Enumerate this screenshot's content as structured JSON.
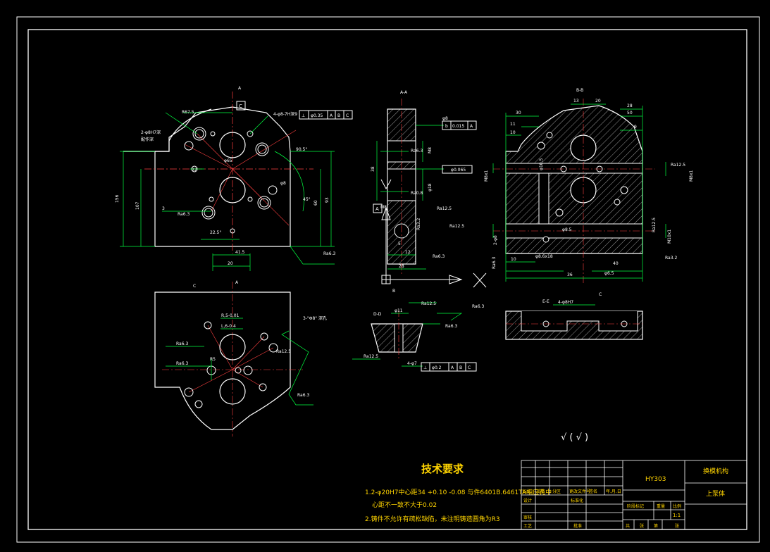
{
  "drawing": {
    "section_labels": {
      "top_arrow": "A",
      "aa_view": "A-A",
      "bb_view": "B-B",
      "c_view": "C",
      "c_bottom": "A",
      "dd_view": "D-D",
      "ee_view": "E-E",
      "b_mark": "B",
      "c_mark": "C"
    },
    "datum_c": "C",
    "tol_top": [
      "⊥",
      "φ0.35",
      "A",
      "B",
      "C"
    ],
    "tol_b": [
      "b",
      "0.015",
      "A"
    ],
    "tol_g": [
      "φ0.065"
    ],
    "tol_bottom": [
      "⊥",
      "φ0.2",
      "A",
      "B",
      "C"
    ],
    "datum_a": "A",
    "dims_top": [
      "R67.5",
      "4-φ8-7H深9",
      "2-φ8H7深",
      "配作深",
      "90.5°",
      "φ8",
      "45°",
      "22",
      "3",
      "Ra6.3",
      "22.5°",
      "41.5",
      "20",
      "φ65",
      "Ra6.3",
      "156",
      "107",
      "60",
      "93"
    ],
    "dims_aa": [
      "φ8",
      "Ra6.3",
      "M8",
      "φ18",
      "38",
      "Ra0.8",
      "M8",
      "Ra12.5",
      "Ra12.5",
      "12",
      "5",
      "28",
      "Ra6.3",
      "Ra3.2"
    ],
    "dims_bb": [
      "30",
      "13",
      "28",
      "20",
      "11",
      "10",
      "50",
      "9",
      "M8x1",
      "M8x1",
      "Ra12.5",
      "2-φ8",
      "M10x1",
      "φ8.5",
      "Ra6.3",
      "φ8.6x18",
      "10",
      "36",
      "40",
      "Ra3.2",
      "φ6.5",
      "φ10.5",
      "Ra12.5"
    ],
    "dims_c": [
      "R,5-0.01",
      "L,6-0.4",
      "3-\"Φ8\" 深孔",
      "Ra6.3",
      "Ra6.3",
      "Ra12.5",
      "R5",
      "Ra6.3"
    ],
    "dims_dd": [
      "φ11",
      "Ra12.5",
      "Ra6.3",
      "Ra12.5",
      "4-φ7",
      "Ra6.3"
    ],
    "dims_ee": [
      "4-φ8H7"
    ],
    "roughness_symbol": "√ ( √ )"
  },
  "notes": {
    "title": "技术要求",
    "lines": [
      "1.2-φ20H7中心距34  +0.10 -0.08 与件6401B.6461TA相应孔中",
      "心距不一致不大于0.02",
      "2.铸件不允许有疏松缺陷，未注明铸造圆角为R3"
    ]
  },
  "titleblock": {
    "code": "HY303",
    "assembly": "换模机构",
    "part": "上泵体",
    "scale": "1:1",
    "row_labels": [
      "标记",
      "处数",
      "分区",
      "更改文件号",
      "签名",
      "年.月.日"
    ],
    "design": "设计",
    "standard": "标准化",
    "stage": "阶段标记",
    "weight": "重量",
    "ratio": "比例",
    "check": "审核",
    "process": "工艺",
    "approve": "批准",
    "sheets": [
      "共",
      "张",
      "第",
      "张"
    ]
  }
}
